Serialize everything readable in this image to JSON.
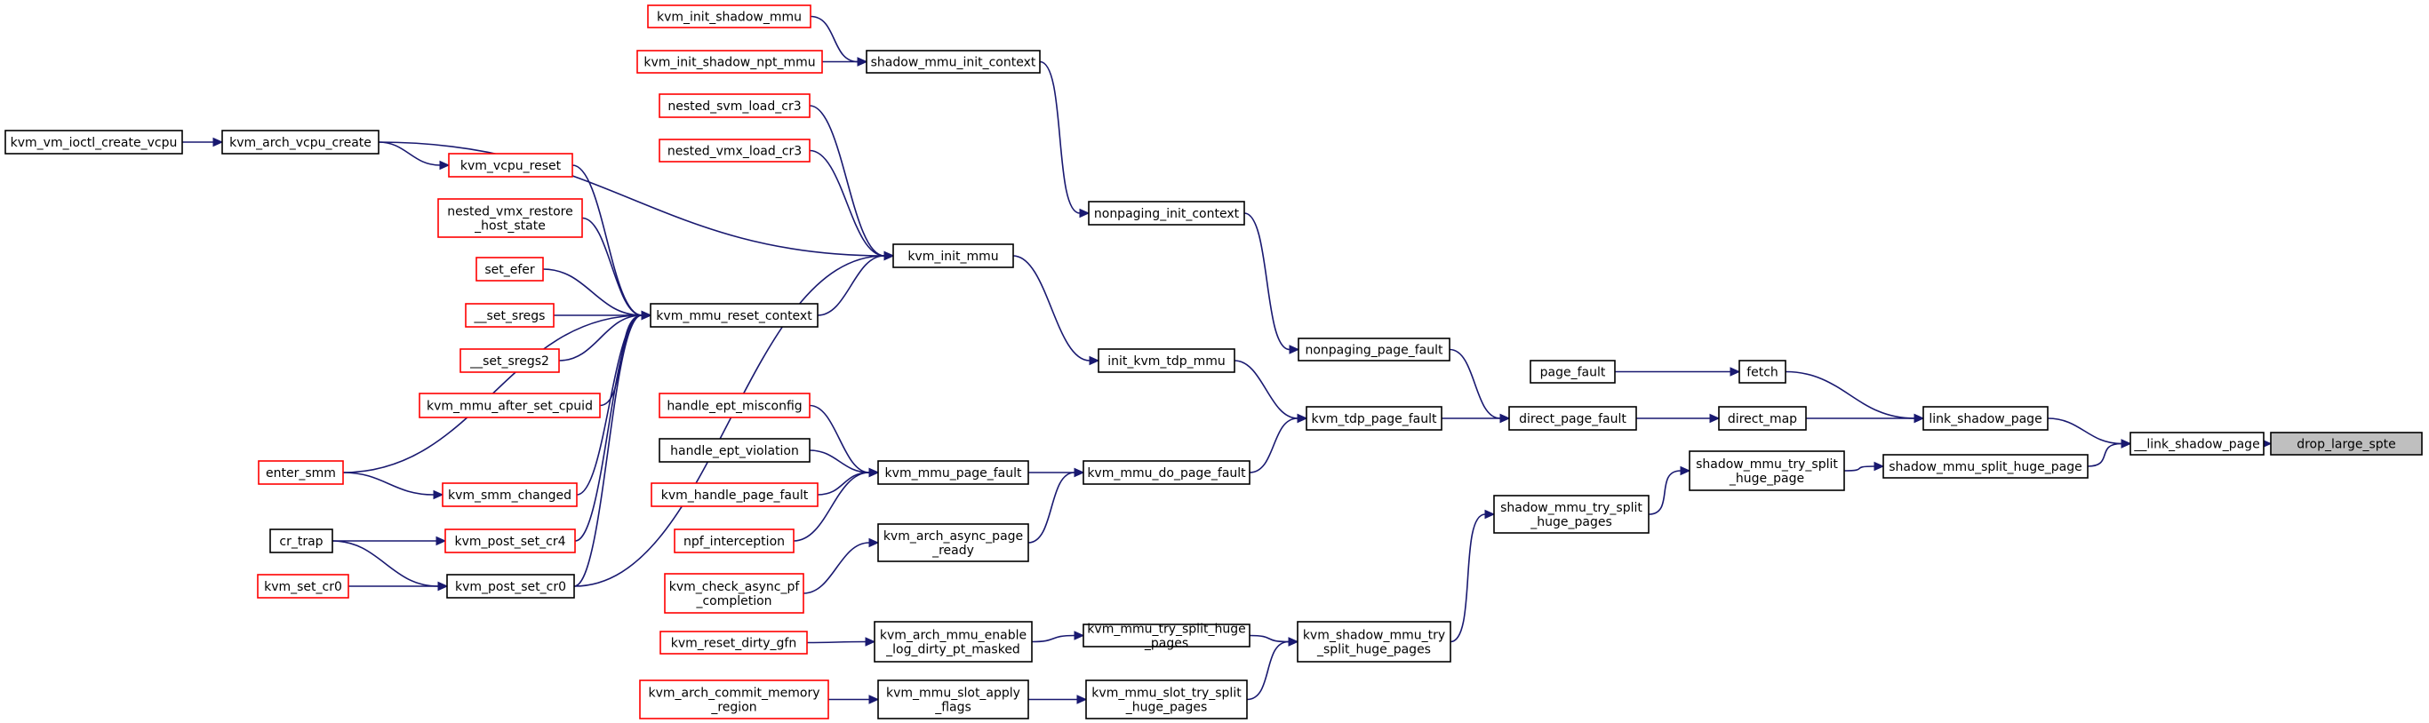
{
  "graph": {
    "nodes": [
      {
        "id": "drop_large_spte",
        "lines": [
          "drop_large_spte"
        ],
        "style": "root"
      },
      {
        "id": "__link_shadow_page",
        "lines": [
          "__link_shadow_page"
        ],
        "style": "black"
      },
      {
        "id": "link_shadow_page",
        "lines": [
          "link_shadow_page"
        ],
        "style": "black"
      },
      {
        "id": "shadow_mmu_split_huge_page",
        "lines": [
          "shadow_mmu_split_huge_page"
        ],
        "style": "black"
      },
      {
        "id": "fetch",
        "lines": [
          "fetch"
        ],
        "style": "black"
      },
      {
        "id": "direct_map",
        "lines": [
          "direct_map"
        ],
        "style": "black"
      },
      {
        "id": "shadow_mmu_try_split_huge_page",
        "lines": [
          "shadow_mmu_try_split",
          "_huge_page"
        ],
        "style": "black"
      },
      {
        "id": "page_fault",
        "lines": [
          "page_fault"
        ],
        "style": "black"
      },
      {
        "id": "direct_page_fault",
        "lines": [
          "direct_page_fault"
        ],
        "style": "black"
      },
      {
        "id": "shadow_mmu_try_split_huge_pages",
        "lines": [
          "shadow_mmu_try_split",
          "_huge_pages"
        ],
        "style": "black"
      },
      {
        "id": "nonpaging_page_fault",
        "lines": [
          "nonpaging_page_fault"
        ],
        "style": "black"
      },
      {
        "id": "kvm_tdp_page_fault",
        "lines": [
          "kvm_tdp_page_fault"
        ],
        "style": "black"
      },
      {
        "id": "kvm_shadow_mmu_try_split_huge_pages",
        "lines": [
          "kvm_shadow_mmu_try",
          "_split_huge_pages"
        ],
        "style": "black"
      },
      {
        "id": "nonpaging_init_context",
        "lines": [
          "nonpaging_init_context"
        ],
        "style": "black"
      },
      {
        "id": "init_kvm_tdp_mmu",
        "lines": [
          "init_kvm_tdp_mmu"
        ],
        "style": "black"
      },
      {
        "id": "kvm_mmu_do_page_fault",
        "lines": [
          "kvm_mmu_do_page_fault"
        ],
        "style": "black"
      },
      {
        "id": "kvm_mmu_try_split_huge_pages",
        "lines": [
          "kvm_mmu_try_split_huge",
          "_pages"
        ],
        "style": "black"
      },
      {
        "id": "kvm_mmu_slot_try_split_huge_pages",
        "lines": [
          "kvm_mmu_slot_try_split",
          "_huge_pages"
        ],
        "style": "black"
      },
      {
        "id": "shadow_mmu_init_context",
        "lines": [
          "shadow_mmu_init_context"
        ],
        "style": "black"
      },
      {
        "id": "kvm_init_mmu",
        "lines": [
          "kvm_init_mmu"
        ],
        "style": "black"
      },
      {
        "id": "kvm_mmu_page_fault",
        "lines": [
          "kvm_mmu_page_fault"
        ],
        "style": "black"
      },
      {
        "id": "kvm_arch_async_page_ready",
        "lines": [
          "kvm_arch_async_page",
          "_ready"
        ],
        "style": "black"
      },
      {
        "id": "kvm_arch_mmu_enable_log_dirty_pt_masked",
        "lines": [
          "kvm_arch_mmu_enable",
          "_log_dirty_pt_masked"
        ],
        "style": "black"
      },
      {
        "id": "kvm_mmu_slot_apply_flags",
        "lines": [
          "kvm_mmu_slot_apply",
          "_flags"
        ],
        "style": "black"
      },
      {
        "id": "kvm_init_shadow_mmu",
        "lines": [
          "kvm_init_shadow_mmu"
        ],
        "style": "red"
      },
      {
        "id": "kvm_init_shadow_npt_mmu",
        "lines": [
          "kvm_init_shadow_npt_mmu"
        ],
        "style": "red"
      },
      {
        "id": "nested_svm_load_cr3",
        "lines": [
          "nested_svm_load_cr3"
        ],
        "style": "red"
      },
      {
        "id": "nested_vmx_load_cr3",
        "lines": [
          "nested_vmx_load_cr3"
        ],
        "style": "red"
      },
      {
        "id": "kvm_mmu_reset_context",
        "lines": [
          "kvm_mmu_reset_context"
        ],
        "style": "black"
      },
      {
        "id": "kvm_arch_vcpu_create",
        "lines": [
          "kvm_arch_vcpu_create"
        ],
        "style": "black"
      },
      {
        "id": "kvm_vm_ioctl_create_vcpu",
        "lines": [
          "kvm_vm_ioctl_create_vcpu"
        ],
        "style": "black"
      },
      {
        "id": "kvm_vcpu_reset",
        "lines": [
          "kvm_vcpu_reset"
        ],
        "style": "red"
      },
      {
        "id": "nested_vmx_restore_host_state",
        "lines": [
          "nested_vmx_restore",
          "_host_state"
        ],
        "style": "red"
      },
      {
        "id": "set_efer",
        "lines": [
          "set_efer"
        ],
        "style": "red"
      },
      {
        "id": "__set_sregs",
        "lines": [
          "__set_sregs"
        ],
        "style": "red"
      },
      {
        "id": "__set_sregs2",
        "lines": [
          "__set_sregs2"
        ],
        "style": "red"
      },
      {
        "id": "kvm_mmu_after_set_cpuid",
        "lines": [
          "kvm_mmu_after_set_cpuid"
        ],
        "style": "red"
      },
      {
        "id": "enter_smm",
        "lines": [
          "enter_smm"
        ],
        "style": "red"
      },
      {
        "id": "kvm_smm_changed",
        "lines": [
          "kvm_smm_changed"
        ],
        "style": "red"
      },
      {
        "id": "kvm_post_set_cr4",
        "lines": [
          "kvm_post_set_cr4"
        ],
        "style": "red"
      },
      {
        "id": "kvm_post_set_cr0",
        "lines": [
          "kvm_post_set_cr0"
        ],
        "style": "black"
      },
      {
        "id": "cr_trap",
        "lines": [
          "cr_trap"
        ],
        "style": "black"
      },
      {
        "id": "kvm_set_cr0",
        "lines": [
          "kvm_set_cr0"
        ],
        "style": "red"
      },
      {
        "id": "handle_ept_misconfig",
        "lines": [
          "handle_ept_misconfig"
        ],
        "style": "red"
      },
      {
        "id": "handle_ept_violation",
        "lines": [
          "handle_ept_violation"
        ],
        "style": "black"
      },
      {
        "id": "kvm_handle_page_fault",
        "lines": [
          "kvm_handle_page_fault"
        ],
        "style": "red"
      },
      {
        "id": "npf_interception",
        "lines": [
          "npf_interception"
        ],
        "style": "red"
      },
      {
        "id": "kvm_check_async_pf_completion",
        "lines": [
          "kvm_check_async_pf",
          "_completion"
        ],
        "style": "red"
      },
      {
        "id": "kvm_reset_dirty_gfn",
        "lines": [
          "kvm_reset_dirty_gfn"
        ],
        "style": "red"
      },
      {
        "id": "kvm_arch_commit_memory_region",
        "lines": [
          "kvm_arch_commit_memory",
          "_region"
        ],
        "style": "red"
      }
    ],
    "edges": [
      {
        "from": "__link_shadow_page",
        "to": "drop_large_spte"
      },
      {
        "from": "link_shadow_page",
        "to": "__link_shadow_page"
      },
      {
        "from": "shadow_mmu_split_huge_page",
        "to": "__link_shadow_page"
      },
      {
        "from": "fetch",
        "to": "link_shadow_page"
      },
      {
        "from": "direct_map",
        "to": "link_shadow_page"
      },
      {
        "from": "shadow_mmu_try_split_huge_page",
        "to": "shadow_mmu_split_huge_page"
      },
      {
        "from": "page_fault",
        "to": "fetch"
      },
      {
        "from": "direct_page_fault",
        "to": "direct_map"
      },
      {
        "from": "shadow_mmu_try_split_huge_pages",
        "to": "shadow_mmu_try_split_huge_page"
      },
      {
        "from": "nonpaging_page_fault",
        "to": "direct_page_fault"
      },
      {
        "from": "kvm_tdp_page_fault",
        "to": "direct_page_fault"
      },
      {
        "from": "kvm_shadow_mmu_try_split_huge_pages",
        "to": "shadow_mmu_try_split_huge_pages"
      },
      {
        "from": "nonpaging_init_context",
        "to": "nonpaging_page_fault"
      },
      {
        "from": "init_kvm_tdp_mmu",
        "to": "kvm_tdp_page_fault"
      },
      {
        "from": "kvm_mmu_do_page_fault",
        "to": "kvm_tdp_page_fault"
      },
      {
        "from": "kvm_mmu_try_split_huge_pages",
        "to": "kvm_shadow_mmu_try_split_huge_pages"
      },
      {
        "from": "kvm_mmu_slot_try_split_huge_pages",
        "to": "kvm_shadow_mmu_try_split_huge_pages"
      },
      {
        "from": "shadow_mmu_init_context",
        "to": "nonpaging_init_context"
      },
      {
        "from": "kvm_init_mmu",
        "to": "init_kvm_tdp_mmu"
      },
      {
        "from": "kvm_mmu_page_fault",
        "to": "kvm_mmu_do_page_fault"
      },
      {
        "from": "kvm_arch_async_page_ready",
        "to": "kvm_mmu_do_page_fault"
      },
      {
        "from": "kvm_arch_mmu_enable_log_dirty_pt_masked",
        "to": "kvm_mmu_try_split_huge_pages"
      },
      {
        "from": "kvm_mmu_slot_apply_flags",
        "to": "kvm_mmu_slot_try_split_huge_pages"
      },
      {
        "from": "kvm_init_shadow_mmu",
        "to": "shadow_mmu_init_context"
      },
      {
        "from": "kvm_init_shadow_npt_mmu",
        "to": "shadow_mmu_init_context"
      },
      {
        "from": "nested_svm_load_cr3",
        "to": "kvm_init_mmu"
      },
      {
        "from": "nested_vmx_load_cr3",
        "to": "kvm_init_mmu"
      },
      {
        "from": "kvm_mmu_reset_context",
        "to": "kvm_init_mmu"
      },
      {
        "from": "kvm_arch_vcpu_create",
        "to": "kvm_init_mmu"
      },
      {
        "from": "kvm_post_set_cr0",
        "to": "kvm_init_mmu"
      },
      {
        "from": "kvm_vm_ioctl_create_vcpu",
        "to": "kvm_arch_vcpu_create"
      },
      {
        "from": "kvm_arch_vcpu_create",
        "to": "kvm_vcpu_reset"
      },
      {
        "from": "kvm_vcpu_reset",
        "to": "kvm_mmu_reset_context"
      },
      {
        "from": "nested_vmx_restore_host_state",
        "to": "kvm_mmu_reset_context"
      },
      {
        "from": "set_efer",
        "to": "kvm_mmu_reset_context"
      },
      {
        "from": "__set_sregs",
        "to": "kvm_mmu_reset_context"
      },
      {
        "from": "__set_sregs2",
        "to": "kvm_mmu_reset_context"
      },
      {
        "from": "kvm_mmu_after_set_cpuid",
        "to": "kvm_mmu_reset_context"
      },
      {
        "from": "enter_smm",
        "to": "kvm_mmu_reset_context"
      },
      {
        "from": "kvm_smm_changed",
        "to": "kvm_mmu_reset_context"
      },
      {
        "from": "kvm_post_set_cr4",
        "to": "kvm_mmu_reset_context"
      },
      {
        "from": "kvm_post_set_cr0",
        "to": "kvm_mmu_reset_context"
      },
      {
        "from": "enter_smm",
        "to": "kvm_smm_changed"
      },
      {
        "from": "cr_trap",
        "to": "kvm_post_set_cr4"
      },
      {
        "from": "cr_trap",
        "to": "kvm_post_set_cr0"
      },
      {
        "from": "kvm_set_cr0",
        "to": "kvm_post_set_cr0"
      },
      {
        "from": "handle_ept_misconfig",
        "to": "kvm_mmu_page_fault"
      },
      {
        "from": "handle_ept_violation",
        "to": "kvm_mmu_page_fault"
      },
      {
        "from": "kvm_handle_page_fault",
        "to": "kvm_mmu_page_fault"
      },
      {
        "from": "npf_interception",
        "to": "kvm_mmu_page_fault"
      },
      {
        "from": "kvm_check_async_pf_completion",
        "to": "kvm_arch_async_page_ready"
      },
      {
        "from": "kvm_reset_dirty_gfn",
        "to": "kvm_arch_mmu_enable_log_dirty_pt_masked"
      },
      {
        "from": "kvm_arch_commit_memory_region",
        "to": "kvm_mmu_slot_apply_flags"
      }
    ]
  }
}
